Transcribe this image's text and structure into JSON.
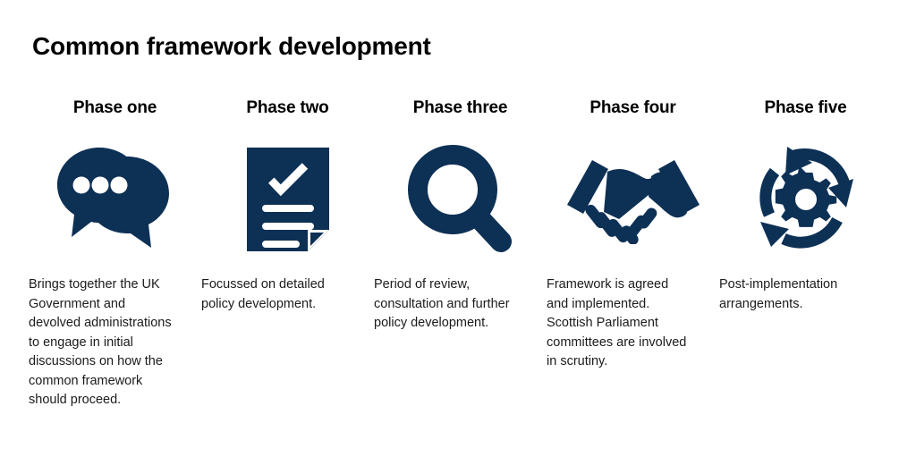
{
  "title": "Common framework development",
  "colors": {
    "icon_navy": "#0d3055",
    "title_text": "#000000",
    "body_text": "#1b1b1b",
    "background": "#ffffff"
  },
  "phases": [
    {
      "heading": "Phase one",
      "icon": "speech-bubbles-icon",
      "body_lines": [
        "Brings together the UK",
        "Government and",
        "devolved administrations",
        "to engage in initial",
        "discussions on how the",
        "common framework",
        "should proceed."
      ]
    },
    {
      "heading": "Phase two",
      "icon": "document-checklist-icon",
      "body_lines": [
        "Focussed on detailed",
        "policy development."
      ]
    },
    {
      "heading": "Phase three",
      "icon": "magnifying-glass-icon",
      "body_lines": [
        "Period of review,",
        "consultation and further",
        "policy development."
      ]
    },
    {
      "heading": "Phase four",
      "icon": "handshake-icon",
      "body_lines": [
        "Framework is agreed",
        "and implemented.",
        "Scottish Parliament",
        "committees are involved",
        "in scrutiny."
      ]
    },
    {
      "heading": "Phase five",
      "icon": "cycle-gear-icon",
      "body_lines": [
        "Post-implementation",
        "arrangements."
      ]
    }
  ]
}
